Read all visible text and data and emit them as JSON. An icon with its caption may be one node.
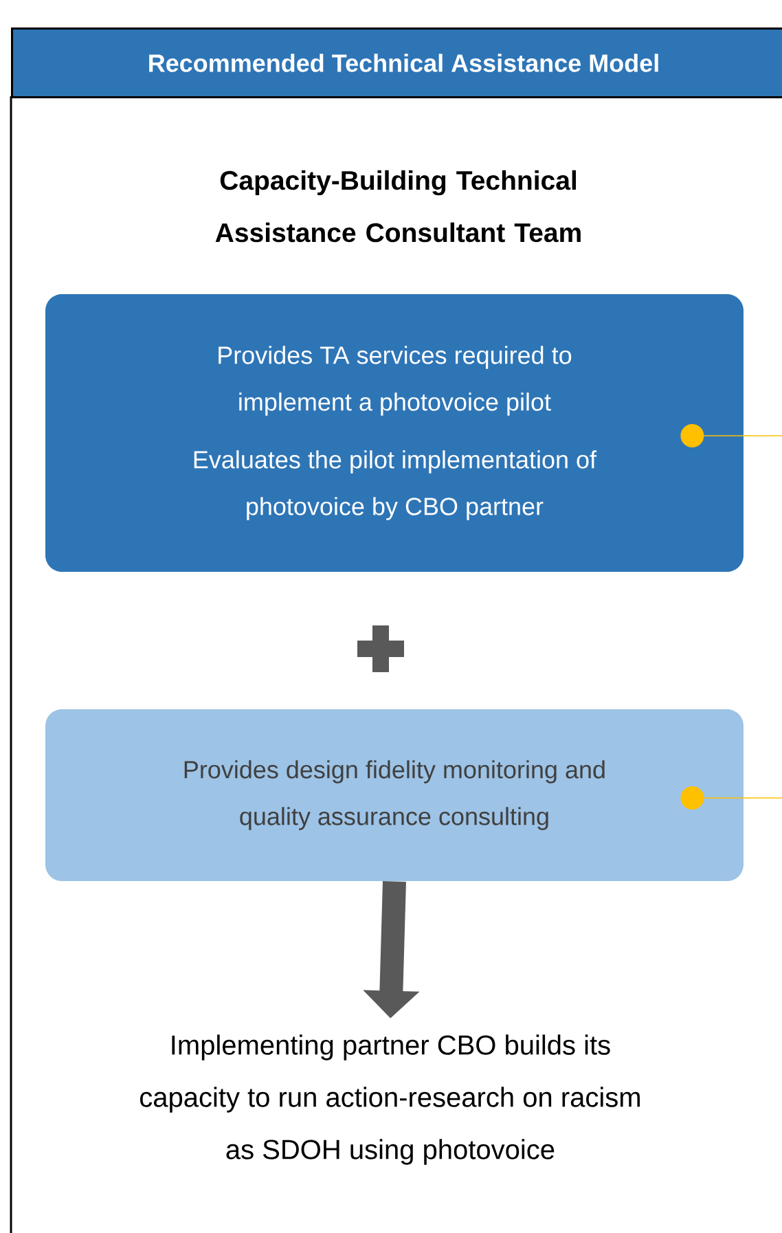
{
  "diagram": {
    "title": "Recommended Technical Assistance Model",
    "nodes": [
      {
        "text": [
          "Provides TA services required to implement a photovoice pilot",
          "Evaluates the pilot implementation of photovoice by CBO partner"
        ]
      },
      {
        "text": [
          "Provides design fidelity monitoring and quality assurance consulting"
        ]
      },
      {
        "text": [
          "Implementing partner CBO builds its capacity to run action-research on racism as SDOH using photovoice"
        ]
      }
    ],
    "edges": [
      {
        "from": 0,
        "to": null,
        "arrow": "other",
        "color": "#ffc000"
      },
      {
        "from": 1,
        "to": null,
        "arrow": "other",
        "color": "#ffc000"
      },
      {
        "from": 1,
        "to": 2,
        "arrow": "to",
        "style": "thick",
        "color": "#595959"
      }
    ],
    "labels": [
      "Capacity-Building Technical Assistance Consultant Team"
    ]
  }
}
